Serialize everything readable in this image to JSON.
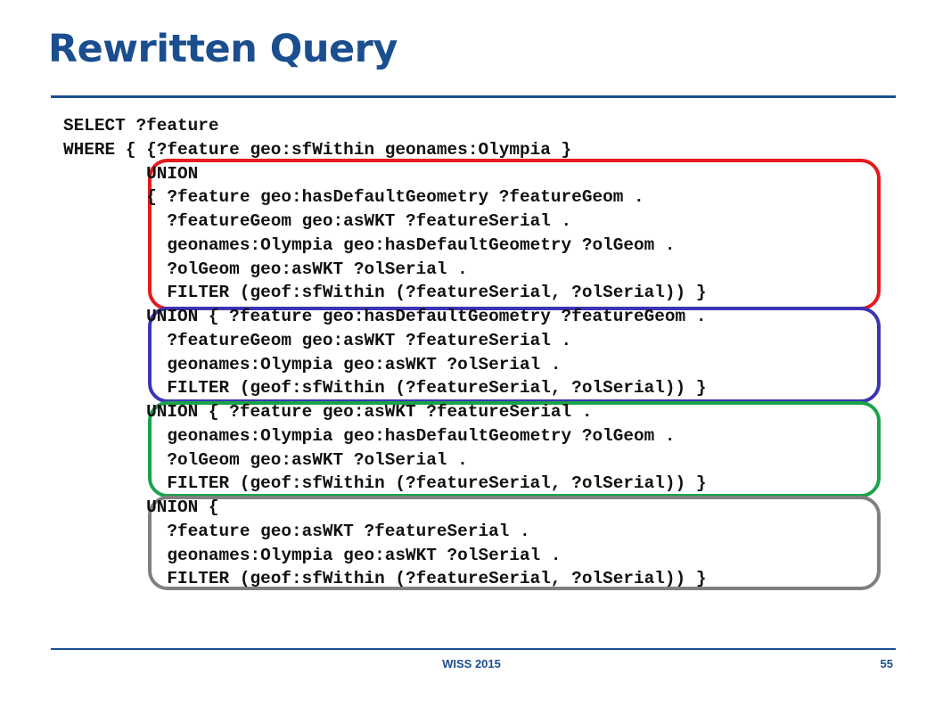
{
  "slide": {
    "title": "Rewritten Query",
    "footer": "WISS 2015",
    "page_number": "55"
  },
  "code_lines": [
    "SELECT ?feature",
    "WHERE { {?feature geo:sfWithin geonames:Olympia }",
    "        UNION",
    "        { ?feature geo:hasDefaultGeometry ?featureGeom .",
    "          ?featureGeom geo:asWKT ?featureSerial .",
    "          geonames:Olympia geo:hasDefaultGeometry ?olGeom .",
    "          ?olGeom geo:asWKT ?olSerial .",
    "          FILTER (geof:sfWithin (?featureSerial, ?olSerial)) }",
    "        UNION { ?feature geo:hasDefaultGeometry ?featureGeom .",
    "          ?featureGeom geo:asWKT ?featureSerial .",
    "          geonames:Olympia geo:asWKT ?olSerial .",
    "          FILTER (geof:sfWithin (?featureSerial, ?olSerial)) }",
    "        UNION { ?feature geo:asWKT ?featureSerial .",
    "          geonames:Olympia geo:hasDefaultGeometry ?olGeom .",
    "          ?olGeom geo:asWKT ?olSerial .",
    "          FILTER (geof:sfWithin (?featureSerial, ?olSerial)) }",
    "        UNION {",
    "          ?feature geo:asWKT ?featureSerial .",
    "          geonames:Olympia geo:asWKT ?olSerial .",
    "          FILTER (geof:sfWithin (?featureSerial, ?olSerial)) }"
  ],
  "colors": {
    "title": "#1b4e8e",
    "box_red": "#e41a1c",
    "box_blue": "#3b35b5",
    "box_green": "#1aa34a",
    "box_gray": "#808080"
  }
}
